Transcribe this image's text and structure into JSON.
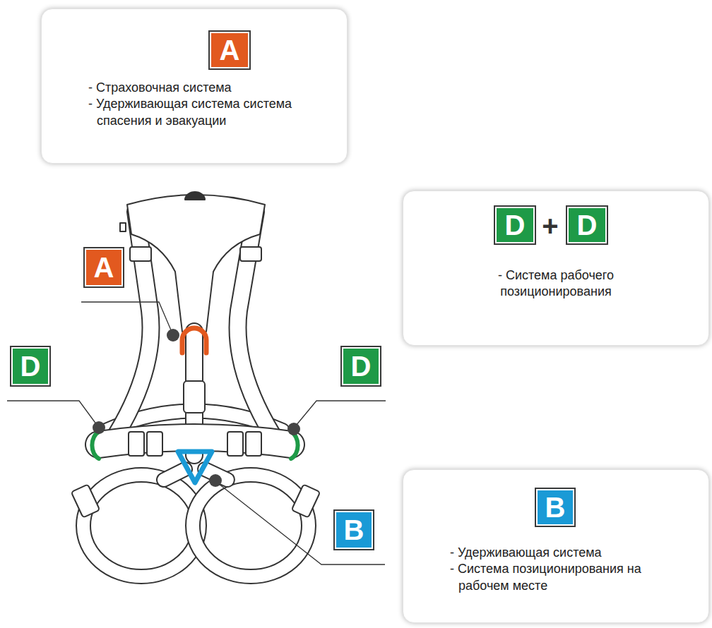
{
  "diagram": {
    "nodes": [
      {
        "text": [
          "- Страховочная система",
          "- Удерживающая система система спасения и эвакуации"
        ]
      },
      {
        "text": [
          "A"
        ],
        "in": 0
      },
      {
        "text": [
          "A"
        ]
      },
      {
        "text": [
          "- Система рабочего позиционирования"
        ]
      },
      {
        "text": [
          "D"
        ],
        "in": 3
      },
      {
        "text": [
          "D"
        ],
        "in": 3
      },
      {
        "text": [
          "D"
        ]
      },
      {
        "text": [
          "D"
        ]
      },
      {
        "text": [
          "- Удерживающая система",
          "- Система позиционирования на рабочем месте"
        ]
      },
      {
        "text": [
          "B"
        ],
        "in": 8
      },
      {
        "text": [
          "B"
        ]
      }
    ],
    "labels": [
      "+"
    ]
  }
}
